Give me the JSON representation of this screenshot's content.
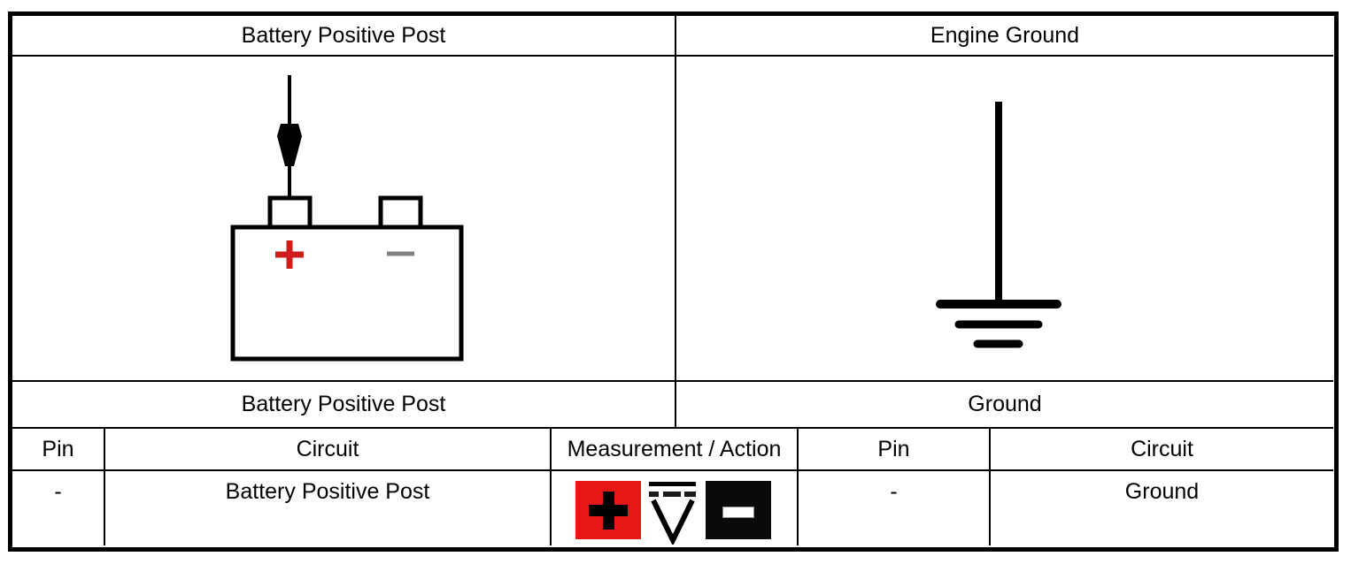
{
  "panels": {
    "left": {
      "title": "Battery Positive Post",
      "caption": "Battery Positive Post"
    },
    "right": {
      "title": "Engine Ground",
      "caption": "Ground"
    }
  },
  "table": {
    "header": {
      "pin_left": "Pin",
      "circuit_left": "Circuit",
      "measurement_action": "Measurement / Action",
      "pin_right": "Pin",
      "circuit_right": "Circuit"
    },
    "row": {
      "pin_left": "-",
      "circuit_left": "Battery Positive Post",
      "pin_right": "-",
      "circuit_right": "Ground"
    }
  },
  "measurement_icons": {
    "positive_probe": "plus-on-red-square",
    "dc_voltage": "dc-voltage-V-symbol",
    "negative_probe": "minus-on-black-square"
  },
  "colors": {
    "probe_positive_red": "#e51717",
    "battery_positive_red": "#cf1d1d",
    "battery_negative_gray": "#808080",
    "line_black": "#000000"
  }
}
